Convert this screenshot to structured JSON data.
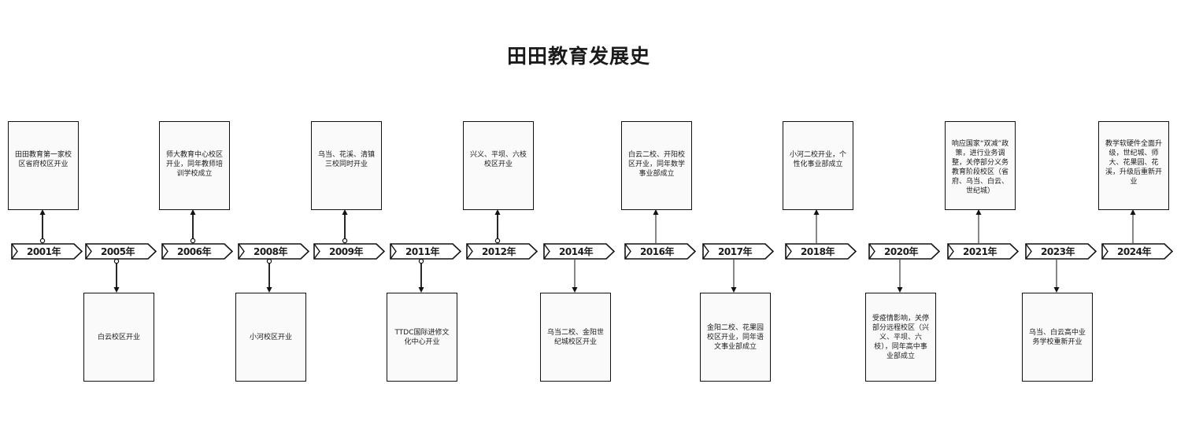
{
  "title": "田田教育发展史",
  "events": [
    {
      "year": "2001年",
      "text": "田田教育第一家校区省府校区开业",
      "pos": "top"
    },
    {
      "year": "2005年",
      "text": "白云校区开业",
      "pos": "bottom"
    },
    {
      "year": "2006年",
      "text": "师大教育中心校区开业，同年教师培训学校成立",
      "pos": "top"
    },
    {
      "year": "2008年",
      "text": "小河校区开业",
      "pos": "bottom"
    },
    {
      "year": "2009年",
      "text": "乌当、花溪、清镇三校同时开业",
      "pos": "top"
    },
    {
      "year": "2011年",
      "text": "TTDC国际进修文化中心开业",
      "pos": "bottom"
    },
    {
      "year": "2012年",
      "text": "兴义、平坝、六枝校区开业",
      "pos": "top"
    },
    {
      "year": "2014年",
      "text": "乌当二校、金阳世纪城校区开业",
      "pos": "bottom"
    },
    {
      "year": "2016年",
      "text": "白云二校、开阳校区开业，同年数学事业部成立",
      "pos": "top"
    },
    {
      "year": "2017年",
      "text": "金阳二校、花果园校区开业，同年语文事业部成立",
      "pos": "bottom"
    },
    {
      "year": "2018年",
      "text": "小河二校开业，个性化事业部成立",
      "pos": "top"
    },
    {
      "year": "2020年",
      "text": "受疫情影响，关停部分远程校区（兴义、平坝、六枝），同年高中事业部成立",
      "pos": "bottom"
    },
    {
      "year": "2021年",
      "text": "响应国家“双减”政策，进行业务调整，关停部分义务教育阶段校区（省府、乌当、白云、世纪城）",
      "pos": "top"
    },
    {
      "year": "2023年",
      "text": "乌当、白云高中业务学校重新开业",
      "pos": "bottom"
    },
    {
      "year": "2024年",
      "text": "教学软硬件全面升级，世纪城、师大、花果园、花溪，升级后重新开业",
      "pos": "top"
    }
  ]
}
